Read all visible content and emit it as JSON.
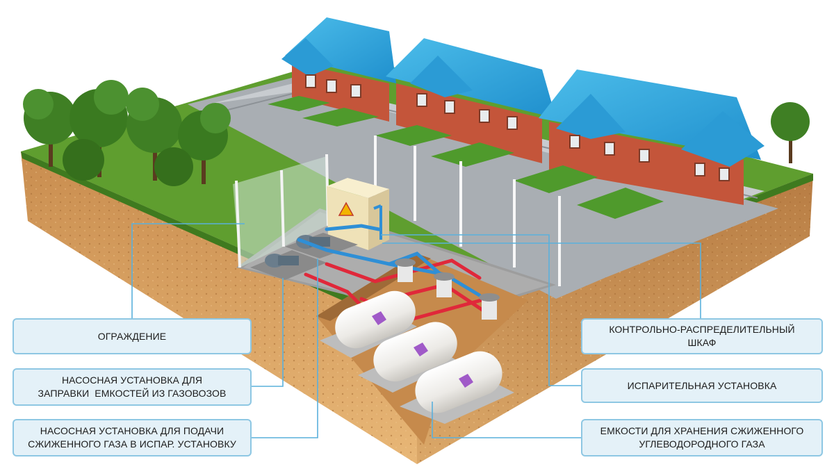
{
  "labels": {
    "fence": [
      "ОГРАЖДЕНИЕ"
    ],
    "pump_fill": [
      "НАСОСНАЯ УСТАНОВКА ДЛЯ",
      "ЗАПРАВКИ  ЕМКОСТЕЙ ИЗ ГАЗОВОЗОВ"
    ],
    "pump_feed": [
      "НАСОСНАЯ УСТАНОВКА ДЛЯ ПОДАЧИ",
      "СЖИЖЕННОГО ГАЗА В ИСПАР. УСТАНОВКУ"
    ],
    "cabinet": [
      "КОНТРОЛЬНО-РАСПРЕДЕЛИТЕЛЬНЫЙ",
      "ШКАФ"
    ],
    "evap": [
      "ИСПАРИТЕЛЬНАЯ УСТАНОВКА"
    ],
    "tanks": [
      "ЕМКОСТИ ДЛЯ ХРАНЕНИЯ СЖИЖЕННОГО",
      "УГЛЕВОДОРОДНОГО ГАЗА"
    ]
  },
  "colors": {
    "leader_line": "#5ab0dc",
    "label_fill": "#e4f1f8",
    "label_border": "#8ec7e3",
    "grass": "#5f9e2f",
    "soil": "#d9a061",
    "asphalt": "#a9aeb3",
    "roof": "#33a7dd",
    "brick": "#c4553a",
    "pipe_red": "#e0283a",
    "pipe_blue": "#2f8fd6",
    "cabinet": "#efe2b8",
    "tank": "#f3f3f1"
  }
}
